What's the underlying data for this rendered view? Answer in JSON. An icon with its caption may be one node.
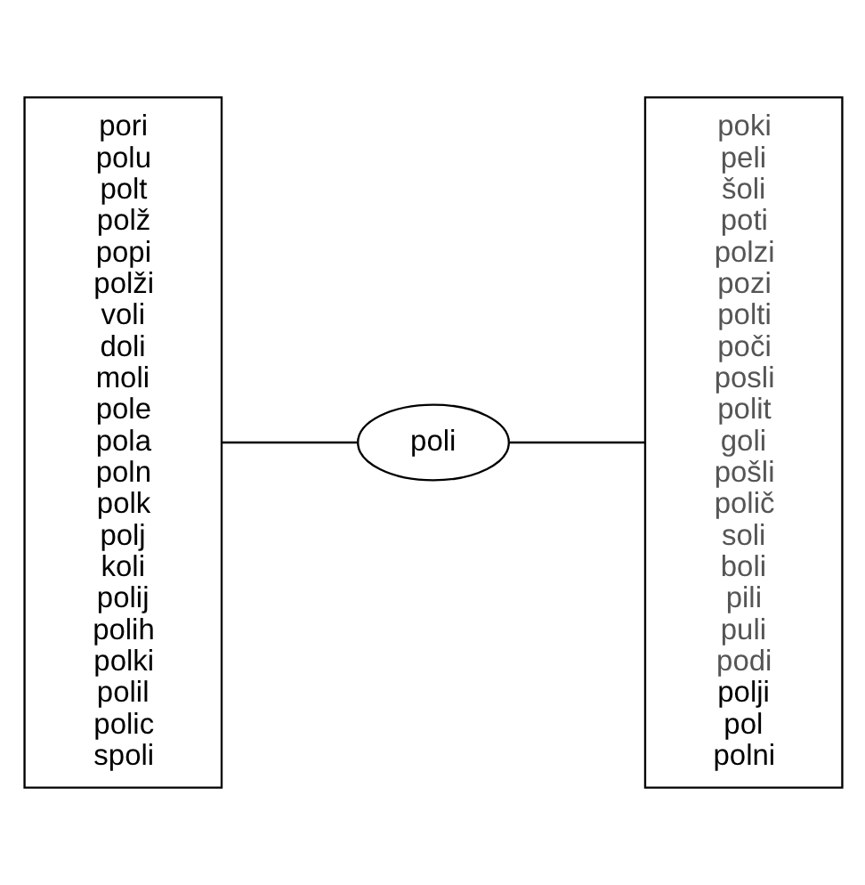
{
  "diagram": {
    "nodes": [
      {
        "text": [
          "pori",
          "polu",
          "polt",
          "polž",
          "popi",
          "polži",
          "voli",
          "doli",
          "moli",
          "pole",
          "pola",
          "poln",
          "polk",
          "polj",
          "koli",
          "polij",
          "polih",
          "polki",
          "polil",
          "polic",
          "spoli"
        ]
      },
      {
        "text": [
          "poli"
        ]
      },
      {
        "text": [
          "poki",
          "peli",
          "šoli",
          "poti",
          "polzi",
          "pozi",
          "polti",
          "poči",
          "posli",
          "polit",
          "goli",
          "pošli",
          "polič",
          "soli",
          "boli",
          "pili",
          "puli",
          "podi",
          "polji",
          "pol",
          "polni"
        ]
      }
    ],
    "edges": [
      {
        "from": 0,
        "to": 1,
        "arrow": "none"
      },
      {
        "from": 1,
        "to": 2,
        "arrow": "none"
      }
    ]
  }
}
